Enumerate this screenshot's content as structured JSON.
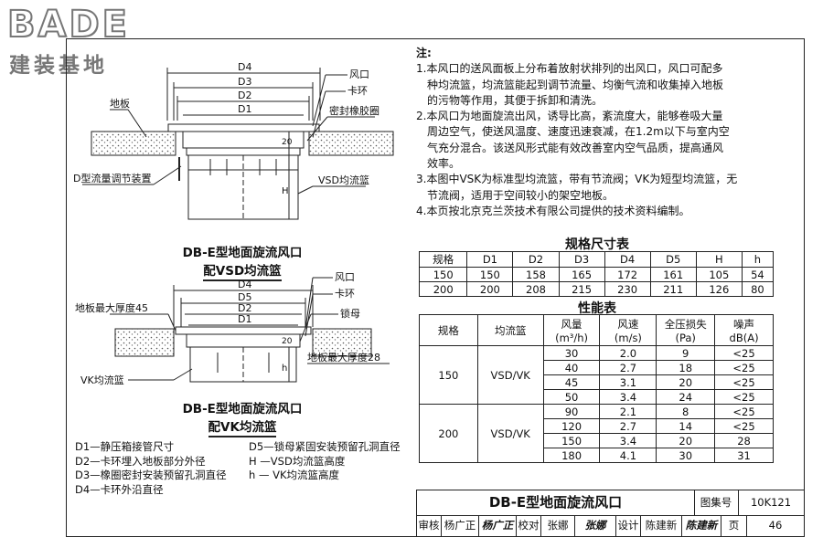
{
  "logo": {
    "brand": "BADE",
    "sub": "建装基地"
  },
  "notes": {
    "heading": "注:",
    "items": [
      [
        "1.本风口的送风面板上分布着放射状排列的出风口，风口可配多",
        "种均流篮，均流篮能起到调节流量、均衡气流和收集掉入地板",
        "的污物等作用，其便于拆卸和清洗。"
      ],
      [
        "2.本风口为地面旋流出风，诱导比高，紊流度大，能够卷吸大量",
        "周边空气，使送风温度、速度迅速衰减，在1.2m以下与室内空",
        "气充分混合。该送风形式能有效改善室内空气品质，提高通风",
        "效率。"
      ],
      [
        "3.本图中VSK为标准型均流篮，带有节流阀；VK为短型均流篮，无",
        "节流阀，适用于空间较小的架空地板。"
      ],
      [
        "4.本页按北京克兰茨技术有限公司提供的技术资料编制。"
      ]
    ]
  },
  "spec_table": {
    "title": "规格尺寸表",
    "headers": [
      "规格",
      "D1",
      "D2",
      "D3",
      "D4",
      "D5",
      "H",
      "h"
    ],
    "rows": [
      [
        "150",
        "150",
        "158",
        "165",
        "172",
        "161",
        "105",
        "54"
      ],
      [
        "200",
        "200",
        "208",
        "215",
        "230",
        "211",
        "126",
        "80"
      ]
    ]
  },
  "perf_table": {
    "title": "性能表",
    "headers": [
      "规格",
      "均流篮",
      "风量",
      "风速",
      "全压损失",
      "噪声"
    ],
    "units": [
      "",
      "",
      "(m³/h)",
      "(m/s)",
      "(Pa)",
      "dB(A)"
    ],
    "groups": [
      {
        "size": "150",
        "basket": "VSD/VK",
        "rows": [
          [
            "30",
            "2.0",
            "9",
            "<25"
          ],
          [
            "40",
            "2.7",
            "18",
            "<25"
          ],
          [
            "45",
            "3.1",
            "20",
            "<25"
          ],
          [
            "50",
            "3.4",
            "24",
            "<25"
          ]
        ]
      },
      {
        "size": "200",
        "basket": "VSD/VK",
        "rows": [
          [
            "90",
            "2.1",
            "8",
            "<25"
          ],
          [
            "120",
            "2.7",
            "14",
            "<25"
          ],
          [
            "150",
            "3.4",
            "20",
            "28"
          ],
          [
            "180",
            "4.1",
            "30",
            "31"
          ]
        ]
      }
    ]
  },
  "figure1": {
    "dims": [
      "D4",
      "D3",
      "D2",
      "D1"
    ],
    "labels": {
      "outlet": "风口",
      "clamp": "卡环",
      "seal": "密封橡胶圈",
      "floor": "地板",
      "valve": "D型流量调节装置",
      "basket": "VSD均流篮",
      "dim20": "20",
      "dimH": "H"
    },
    "title1": "DB-E型地面旋流风口",
    "title2": "配VSD均流篮"
  },
  "figure2": {
    "dims": [
      "D4",
      "D5",
      "D2",
      "D1"
    ],
    "labels": {
      "outlet": "风口",
      "clamp": "卡环",
      "nut": "锁母",
      "floor_max": "地板最大厚度45",
      "floor_max2": "地板最大厚度28",
      "basket": "VK均流篮",
      "dim20": "20",
      "dimh": "h"
    },
    "title1": "DB-E型地面旋流风口",
    "title2": "配VK均流篮"
  },
  "legend": {
    "left": [
      "D1—静压箱接管尺寸",
      "D2—卡环埋入地板部分外径",
      "D3—橡圈密封安装预留孔洞直径",
      "D4—卡环外沿直径"
    ],
    "right": [
      "D5—锁母紧固安装预留孔洞直径",
      "H —VSD均流篮高度",
      "h — VK均流篮高度"
    ]
  },
  "title_block": {
    "drawing_title": "DB-E型地面旋流风口",
    "atlas_label": "图集号",
    "atlas_no": "10K121",
    "review": "审核",
    "reviewer": "杨广正",
    "reviewer_sig": "杨广正",
    "check": "校对",
    "checker": "张娜",
    "checker_sig": "张娜",
    "design": "设计",
    "designer": "陈建新",
    "designer_sig": "陈建新",
    "page_label": "页",
    "page_no": "46"
  }
}
